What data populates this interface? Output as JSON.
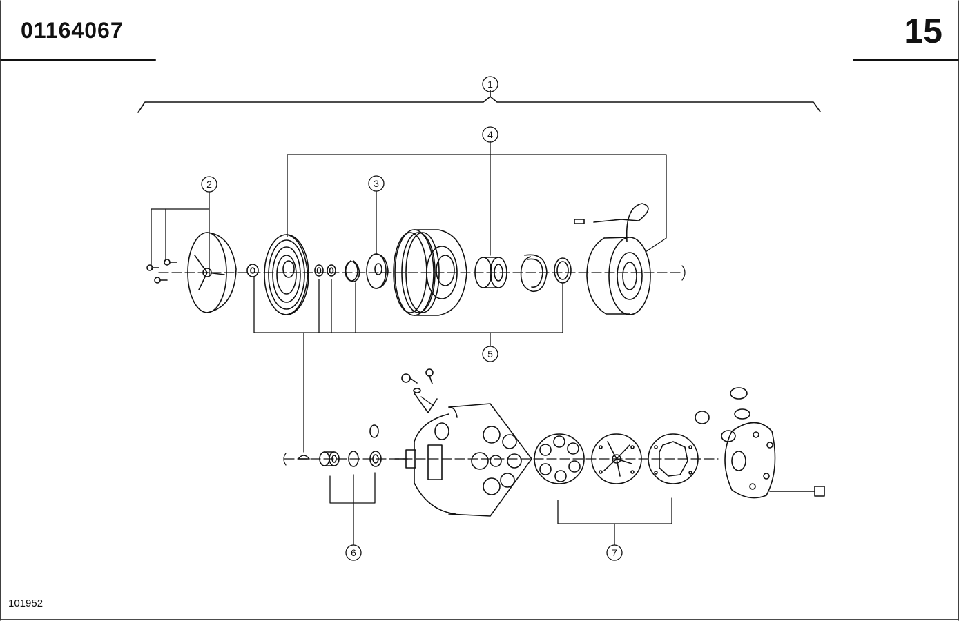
{
  "header": {
    "document_number": "01164067",
    "page_number": "15"
  },
  "footer": {
    "drawing_id": "101952"
  },
  "callouts": [
    "1",
    "2",
    "3",
    "4",
    "5",
    "6",
    "7"
  ],
  "colors": {
    "line": "#111111",
    "background": "#ffffff"
  }
}
